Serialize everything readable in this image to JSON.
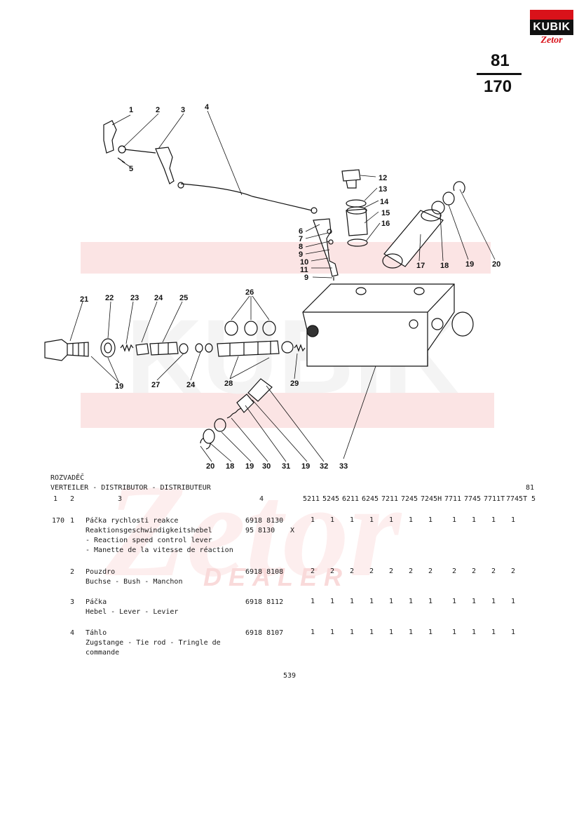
{
  "logo": {
    "top_text": "",
    "brand": "KUBIK",
    "sub": "Zetor"
  },
  "page_ref": {
    "top": "81",
    "bottom": "170"
  },
  "diagram": {
    "callouts": [
      "1",
      "2",
      "3",
      "4",
      "5",
      "6",
      "7",
      "8",
      "9",
      "10",
      "11",
      "9",
      "12",
      "13",
      "14",
      "15",
      "16",
      "17",
      "18",
      "19",
      "20",
      "21",
      "22",
      "23",
      "24",
      "25",
      "26",
      "19",
      "27",
      "24",
      "28",
      "29",
      "20",
      "18",
      "19",
      "30",
      "31",
      "19",
      "32",
      "33"
    ]
  },
  "table": {
    "title1": "ROZVADĚČ",
    "title2": "VERTEILER - DISTRIBUTOR - DISTRIBUTEUR",
    "col_headers": [
      "1",
      "2",
      "3",
      "4"
    ],
    "models": [
      "5211",
      "5245",
      "6211",
      "6245",
      "7211",
      "7245",
      "7245H",
      "7711",
      "7745",
      "7711T",
      "7745T"
    ],
    "model_top_right": "81",
    "model_last": "5",
    "rows": [
      {
        "group": "170",
        "pos": "1",
        "desc": [
          "Páčka rychlosti reakce",
          "Reaktionsgeschwindigkeitshebel",
          "- Reaction speed control lever",
          "- Manette de la vitesse de réaction"
        ],
        "part": [
          "6918 8130",
          "95 8130"
        ],
        "note": "X",
        "qty": [
          "1",
          "1",
          "1",
          "1",
          "1",
          "1",
          "1",
          "1",
          "1",
          "1",
          "1"
        ]
      },
      {
        "group": "",
        "pos": "2",
        "desc": [
          "Pouzdro",
          "Buchse - Bush - Manchon"
        ],
        "part": [
          "6918 8108"
        ],
        "note": "",
        "qty": [
          "2",
          "2",
          "2",
          "2",
          "2",
          "2",
          "2",
          "2",
          "2",
          "2",
          "2"
        ]
      },
      {
        "group": "",
        "pos": "3",
        "desc": [
          "Páčka",
          "Hebel - Lever - Levier"
        ],
        "part": [
          "6918 8112"
        ],
        "note": "",
        "qty": [
          "1",
          "1",
          "1",
          "1",
          "1",
          "1",
          "1",
          "1",
          "1",
          "1",
          "1"
        ]
      },
      {
        "group": "",
        "pos": "4",
        "desc": [
          "Táhlo",
          "Zugstange - Tie rod - Tringle de",
          "commande"
        ],
        "part": [
          "6918 8107"
        ],
        "note": "",
        "qty": [
          "1",
          "1",
          "1",
          "1",
          "1",
          "1",
          "1",
          "1",
          "1",
          "1",
          "1"
        ]
      }
    ]
  },
  "page_number": "539",
  "colors": {
    "accent_red": "#d9121a",
    "ink": "#1a1a1a",
    "watermark": "#f6d8d8"
  }
}
